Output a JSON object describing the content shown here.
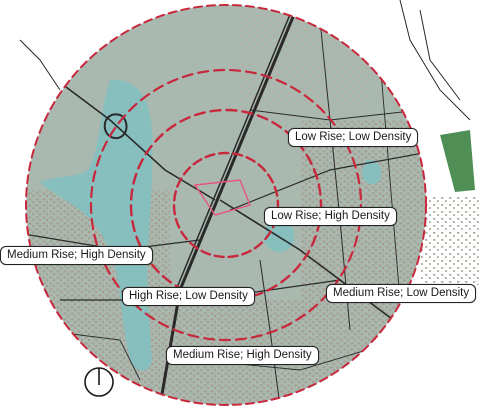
{
  "map": {
    "labels": [
      {
        "id": "low-rise-low-density",
        "text": "Low Rise; Low Density"
      },
      {
        "id": "low-rise-high-density",
        "text": "Low Rise; High Density"
      },
      {
        "id": "medium-rise-high-density-west",
        "text": "Medium Rise; High Density"
      },
      {
        "id": "high-rise-low-density",
        "text": "High Rise; Low Density"
      },
      {
        "id": "medium-rise-low-density",
        "text": "Medium Rise; Low Density"
      },
      {
        "id": "medium-rise-high-density-south",
        "text": "Medium Rise; High Density"
      }
    ],
    "colors": {
      "land": "#a9b9b0",
      "water": "#86bfbd",
      "park": "#4f8f56",
      "roads": "#2a2a2a",
      "buildings": "#a79e92",
      "ring": "#c8283c",
      "site": "#e8557a"
    },
    "icons": {
      "compass": "north-arrow-icon"
    }
  }
}
